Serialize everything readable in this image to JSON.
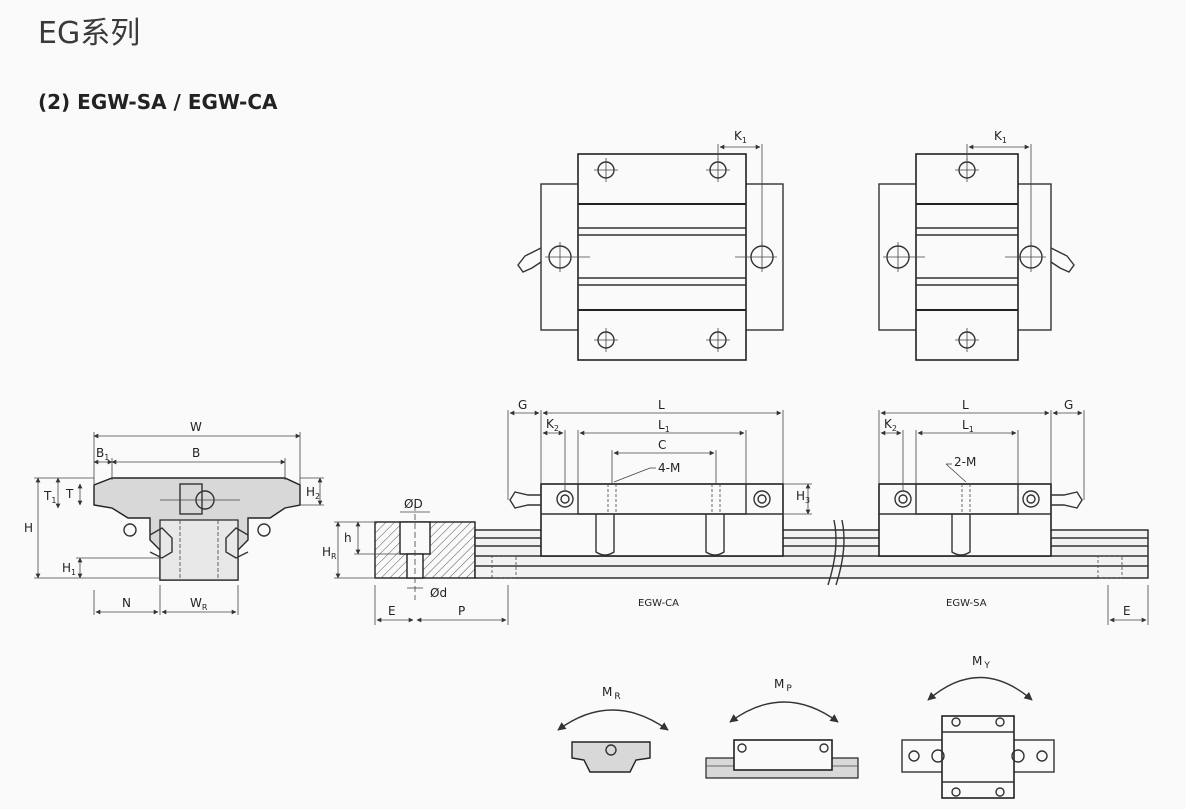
{
  "header": {
    "series_title": "EG系列",
    "section_title": "(2) EGW-SA / EGW-CA"
  },
  "dims": {
    "W": "W",
    "B": "B",
    "B1": "B",
    "B1_sub": "1",
    "T": "T",
    "T1": "T",
    "T1_sub": "1",
    "H": "H",
    "H1": "H",
    "H1_sub": "1",
    "H2": "H",
    "H2_sub": "2",
    "H3": "H",
    "H3_sub": "3",
    "HR": "H",
    "HR_sub": "R",
    "h": "h",
    "N": "N",
    "WR": "W",
    "WR_sub": "R",
    "D": "ØD",
    "d": "Ød",
    "E_left": "E",
    "P": "P",
    "E_right": "E",
    "G_left": "G",
    "G_right": "G",
    "L_left": "L",
    "L_right": "L",
    "L1_left": "L",
    "L1_left_sub": "1",
    "L1_right": "L",
    "L1_right_sub": "1",
    "K2_left": "K",
    "K2_left_sub": "2",
    "K2_right": "K",
    "K2_right_sub": "2",
    "K1_left": "K",
    "K1_left_sub": "1",
    "K1_right": "K",
    "K1_right_sub": "1",
    "C": "C",
    "M4": "4-M",
    "M2": "2-M"
  },
  "captions": {
    "ca": "EGW-CA",
    "sa": "EGW-SA"
  },
  "moments": {
    "MR": "M",
    "MR_sub": "R",
    "MP": "M",
    "MP_sub": "P",
    "MY": "M",
    "MY_sub": "Y"
  }
}
